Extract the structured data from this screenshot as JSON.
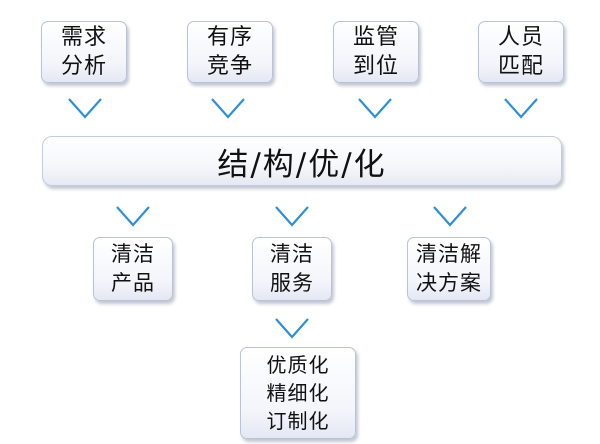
{
  "top_nodes": [
    {
      "label": "需求\n分析"
    },
    {
      "label": "有序\n竞争"
    },
    {
      "label": "监管\n到位"
    },
    {
      "label": "人员\n匹配"
    }
  ],
  "center": {
    "label": "结/构/优/化"
  },
  "mid_nodes": [
    {
      "label": "清洁\n产品"
    },
    {
      "label": "清洁\n服务"
    },
    {
      "label": "清洁解\n决方案"
    }
  ],
  "bottom_node": {
    "label": "优质化\n精细化\n订制化"
  },
  "colors": {
    "arrow": "#2c8fd8",
    "box_border": "#b9c2dc"
  },
  "icons": [
    "chevron-down-icon"
  ]
}
